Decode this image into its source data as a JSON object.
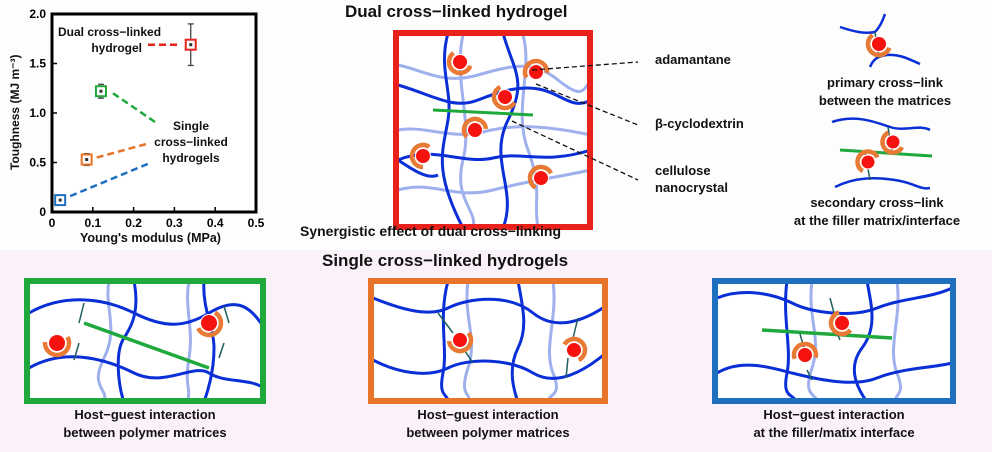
{
  "colors": {
    "dual": "#e8221b",
    "single_green": "#1fa83c",
    "single_orange": "#e8742a",
    "single_blue": "#1f6fbf",
    "polymer_dark": "#0a2fd6",
    "polymer_light": "#9fb0ee",
    "guest": "#f5120f",
    "host": "#e87a35",
    "tether": "#1f5e5e",
    "nanocrystal": "#1fa83c",
    "bottom_background": "#fbf1f9"
  },
  "chart_data": {
    "type": "scatter",
    "title": "",
    "xlabel": "Young's modulus (MPa)",
    "ylabel": "Toughness (MJ m⁻³)",
    "xlim": [
      0,
      0.5
    ],
    "ylim": [
      0,
      2.0
    ],
    "xticks": [
      "0",
      "0.1",
      "0.2",
      "0.3",
      "0.4",
      "0.5"
    ],
    "yticks": [
      "0",
      "0.5",
      "1.0",
      "1.5",
      "2.0"
    ],
    "grid": false,
    "series": [
      {
        "name": "Single cross-linked (blue)",
        "color": "#1f6fbf",
        "x": 0.02,
        "y": 0.12,
        "yerr": 0.03
      },
      {
        "name": "Single cross-linked (orange)",
        "color": "#e8742a",
        "x": 0.085,
        "y": 0.53,
        "yerr": 0.06
      },
      {
        "name": "Single cross-linked (green)",
        "color": "#1fa83c",
        "x": 0.12,
        "y": 1.22,
        "yerr": 0.07
      },
      {
        "name": "Dual cross-linked",
        "color": "#e8221b",
        "x": 0.34,
        "y": 1.69,
        "yerr": 0.21
      }
    ],
    "annotations": [
      {
        "text_lines": [
          "Dual cross−linked",
          "hydrogel"
        ],
        "points_to": "Dual cross-linked"
      },
      {
        "text_lines": [
          "Single",
          "cross−linked",
          "hydrogels"
        ],
        "points_to": [
          "Single cross-linked (green)",
          "Single cross-linked (orange)",
          "Single cross-linked (blue)"
        ]
      }
    ]
  },
  "dual": {
    "title": "Dual cross−linked hydrogel",
    "caption": "Synergistic effect of dual cross−linking"
  },
  "legend": {
    "adamantane": "adamantane",
    "cyclodextrin": "β-cyclodextrin",
    "cnc_line1": "cellulose",
    "cnc_line2": "nanocrystal"
  },
  "schemes": {
    "primary_line1": "primary cross−link",
    "primary_line2": "between the matrices",
    "secondary_line1": "secondary cross−link",
    "secondary_line2": "at the filler matrix/interface"
  },
  "single": {
    "title": "Single cross−linked hydrogels",
    "panels": [
      {
        "line1": "Host−guest interaction",
        "line2": "between polymer matrices"
      },
      {
        "line1": "Host−guest interaction",
        "line2": "between polymer matrices"
      },
      {
        "line1": "Host−guest interaction",
        "line2": "at the filler/matix interface"
      }
    ]
  }
}
